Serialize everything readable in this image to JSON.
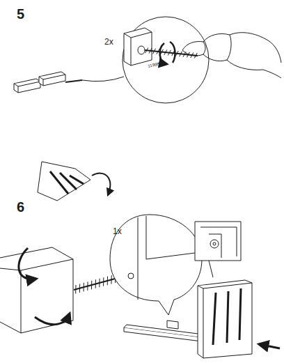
{
  "diagram": {
    "labels": [
      "5",
      "2x",
      "119980",
      "6",
      "1x"
    ]
  }
}
